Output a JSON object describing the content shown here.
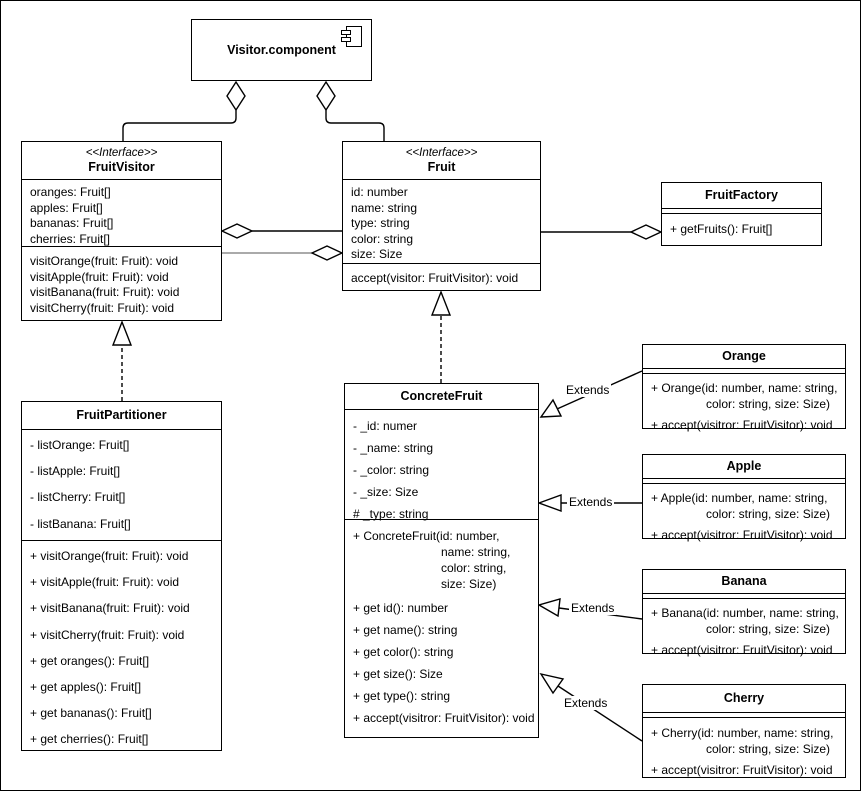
{
  "component": {
    "title": "Visitor.component"
  },
  "classes": {
    "fruitVisitor": {
      "stereotype": "<<Interface>>",
      "name": "FruitVisitor",
      "attributes": [
        "oranges: Fruit[]",
        "apples: Fruit[]",
        "bananas: Fruit[]",
        "cherries: Fruit[]"
      ],
      "methods": [
        "visitOrange(fruit: Fruit): void",
        "visitApple(fruit: Fruit): void",
        "visitBanana(fruit: Fruit): void",
        "visitCherry(fruit: Fruit): void"
      ]
    },
    "fruit": {
      "stereotype": "<<Interface>>",
      "name": "Fruit",
      "attributes": [
        "id: number",
        "name: string",
        "type: string",
        "color: string",
        "size: Size"
      ],
      "methods": [
        "accept(visitor: FruitVisitor): void"
      ]
    },
    "fruitFactory": {
      "name": "FruitFactory",
      "methods": [
        "+ getFruits(): Fruit[]"
      ]
    },
    "fruitPartitioner": {
      "name": "FruitPartitioner",
      "attributes": [
        "- listOrange: Fruit[]",
        "- listApple: Fruit[]",
        "- listCherry: Fruit[]",
        "- listBanana: Fruit[]"
      ],
      "methods": [
        "+ visitOrange(fruit: Fruit): void",
        "+ visitApple(fruit: Fruit): void",
        "+ visitBanana(fruit: Fruit): void",
        "+ visitCherry(fruit: Fruit): void",
        "+ get oranges(): Fruit[]",
        "+ get apples(): Fruit[]",
        "+ get bananas(): Fruit[]",
        "+ get cherries(): Fruit[]"
      ]
    },
    "concreteFruit": {
      "name": "ConcreteFruit",
      "attributes": [
        "- _id: numer",
        "- _name: string",
        "- _color: string",
        "- _size: Size",
        "# _type: string"
      ],
      "constructor_lines": [
        "+ ConcreteFruit(id: number,",
        "name: string,",
        "color: string,",
        "size: Size)"
      ],
      "methods": [
        "+ get id(): number",
        "+ get name(): string",
        "+ get color(): string",
        "+ get size(): Size",
        "+ get type(): string",
        "+ accept(visitror: FruitVisitor): void"
      ]
    },
    "orange": {
      "name": "Orange",
      "ctor1": "+ Orange(id: number, name: string,",
      "ctor2": "color: string, size: Size)",
      "accept": "+ accept(visitror: FruitVisitor): void"
    },
    "apple": {
      "name": "Apple",
      "ctor1": "+ Apple(id: number, name: string,",
      "ctor2": "color: string, size: Size)",
      "accept": "+ accept(visitror: FruitVisitor): void"
    },
    "banana": {
      "name": "Banana",
      "ctor1": "+ Banana(id: number, name: string,",
      "ctor2": "color: string, size: Size)",
      "accept": "+ accept(visitror: FruitVisitor): void"
    },
    "cherry": {
      "name": "Cherry",
      "ctor1": "+ Cherry(id: number, name: string,",
      "ctor2": "color: string, size: Size)",
      "accept": "+ accept(visitror: FruitVisitor): void"
    }
  },
  "labels": {
    "extends": "Extends"
  }
}
